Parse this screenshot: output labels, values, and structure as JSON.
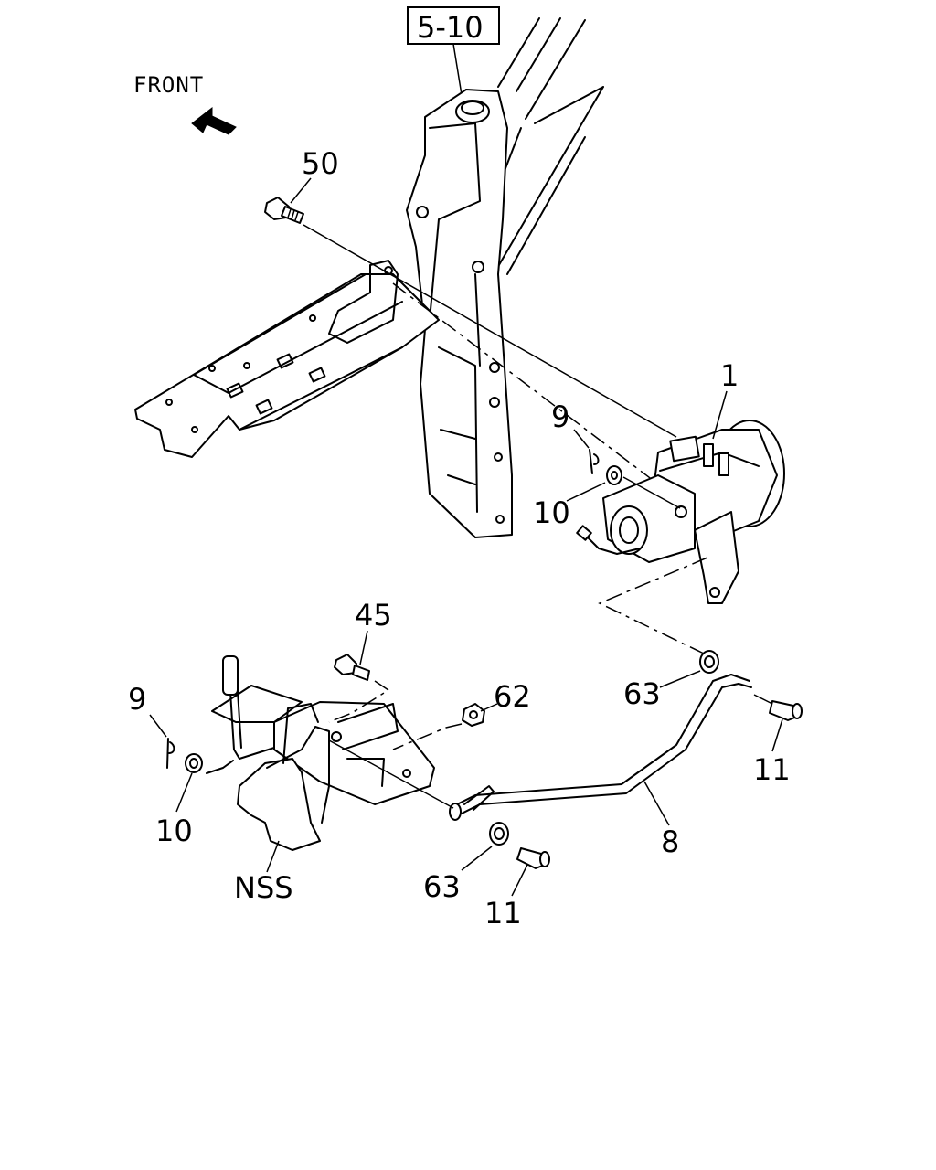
{
  "diagram": {
    "front_label": "FRONT",
    "ref_box": "5-10",
    "callouts": [
      {
        "id": "c50",
        "text": "50"
      },
      {
        "id": "c1",
        "text": "1"
      },
      {
        "id": "c9a",
        "text": "9"
      },
      {
        "id": "c10a",
        "text": "10"
      },
      {
        "id": "c45",
        "text": "45"
      },
      {
        "id": "c62",
        "text": "62"
      },
      {
        "id": "c63a",
        "text": "63"
      },
      {
        "id": "c11a",
        "text": "11"
      },
      {
        "id": "c9b",
        "text": "9"
      },
      {
        "id": "c10b",
        "text": "10"
      },
      {
        "id": "c8",
        "text": "8"
      },
      {
        "id": "cnss",
        "text": "NSS"
      },
      {
        "id": "c63b",
        "text": "63"
      },
      {
        "id": "c11b",
        "text": "11"
      }
    ]
  }
}
